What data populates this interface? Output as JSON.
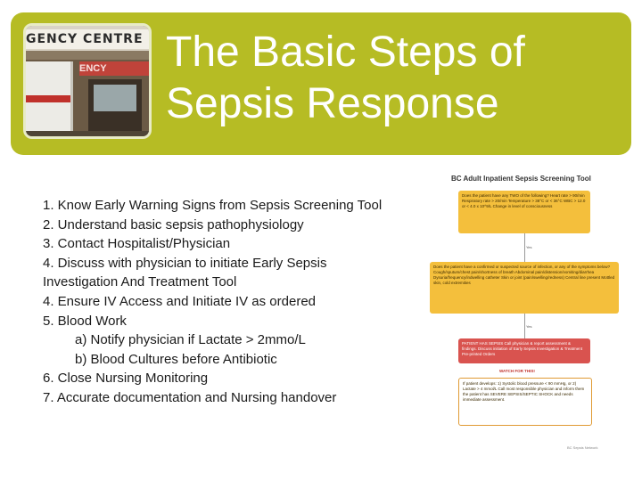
{
  "title_line1": "The Basic Steps of",
  "title_line2": "Sepsis Response",
  "photo": {
    "sign_text": "GENCY CENTRE",
    "red_sign_text": "ENCY"
  },
  "steps": [
    "1.   Know Early Warning Signs from Sepsis Screening Tool",
    "2.   Understand basic  sepsis pathophysiology",
    "3.   Contact Hospitalist/Physician",
    "4.   Discuss with physician to initiate Early Sepsis",
    "Investigation And Treatment Tool",
    "4.   Ensure IV Access and Initiate IV as ordered",
    "5.   Blood Work",
    "a)  Notify physician if Lactate > 2mmo/L",
    "b)  Blood Cultures before Antibiotic",
    "6.    Close Nursing Monitoring",
    "7.   Accurate documentation and Nursing handover"
  ],
  "tool": {
    "title": "BC Adult Inpatient Sepsis Screening Tool",
    "box1": "Does the patient have any TWO of the following?  Heart rate > 90/min  Respiratory rate > 20/min  Temperature > 38°C or < 36°C  WBC > 12.0 or < 4.0 x 10^9/L  Change in level of consciousness",
    "note1": "Yes",
    "box2": "Does the patient have a confirmed or suspected source of infection, or any of the symptoms below?  Cough/sputum/chest pain/shortness of breath  Abdominal pain/distension/vomiting/diarrhea  Dysuria/frequency/indwelling catheter  Skin or joint (pain/swelling/redness)  Central line present  Mottled skin, cold extremities",
    "note2": "Yes",
    "box3": "PATIENT HAS SEPSIS  Call physician & report assessment & findings. Discuss initiation of Early Sepsis Investigation & Treatment Pre-printed Orders",
    "watch": "WATCH FOR THIS!",
    "box4": "If patient develops:  1) Systolic blood pressure < 90 mmHg, or  2) Lactate > 4 mmol/L  Call most responsible physician and inform them the patient has SEVERE SEPSIS/SEPTIC SHOCK and needs immediate assessment.",
    "logo": "BC Sepsis Network"
  }
}
